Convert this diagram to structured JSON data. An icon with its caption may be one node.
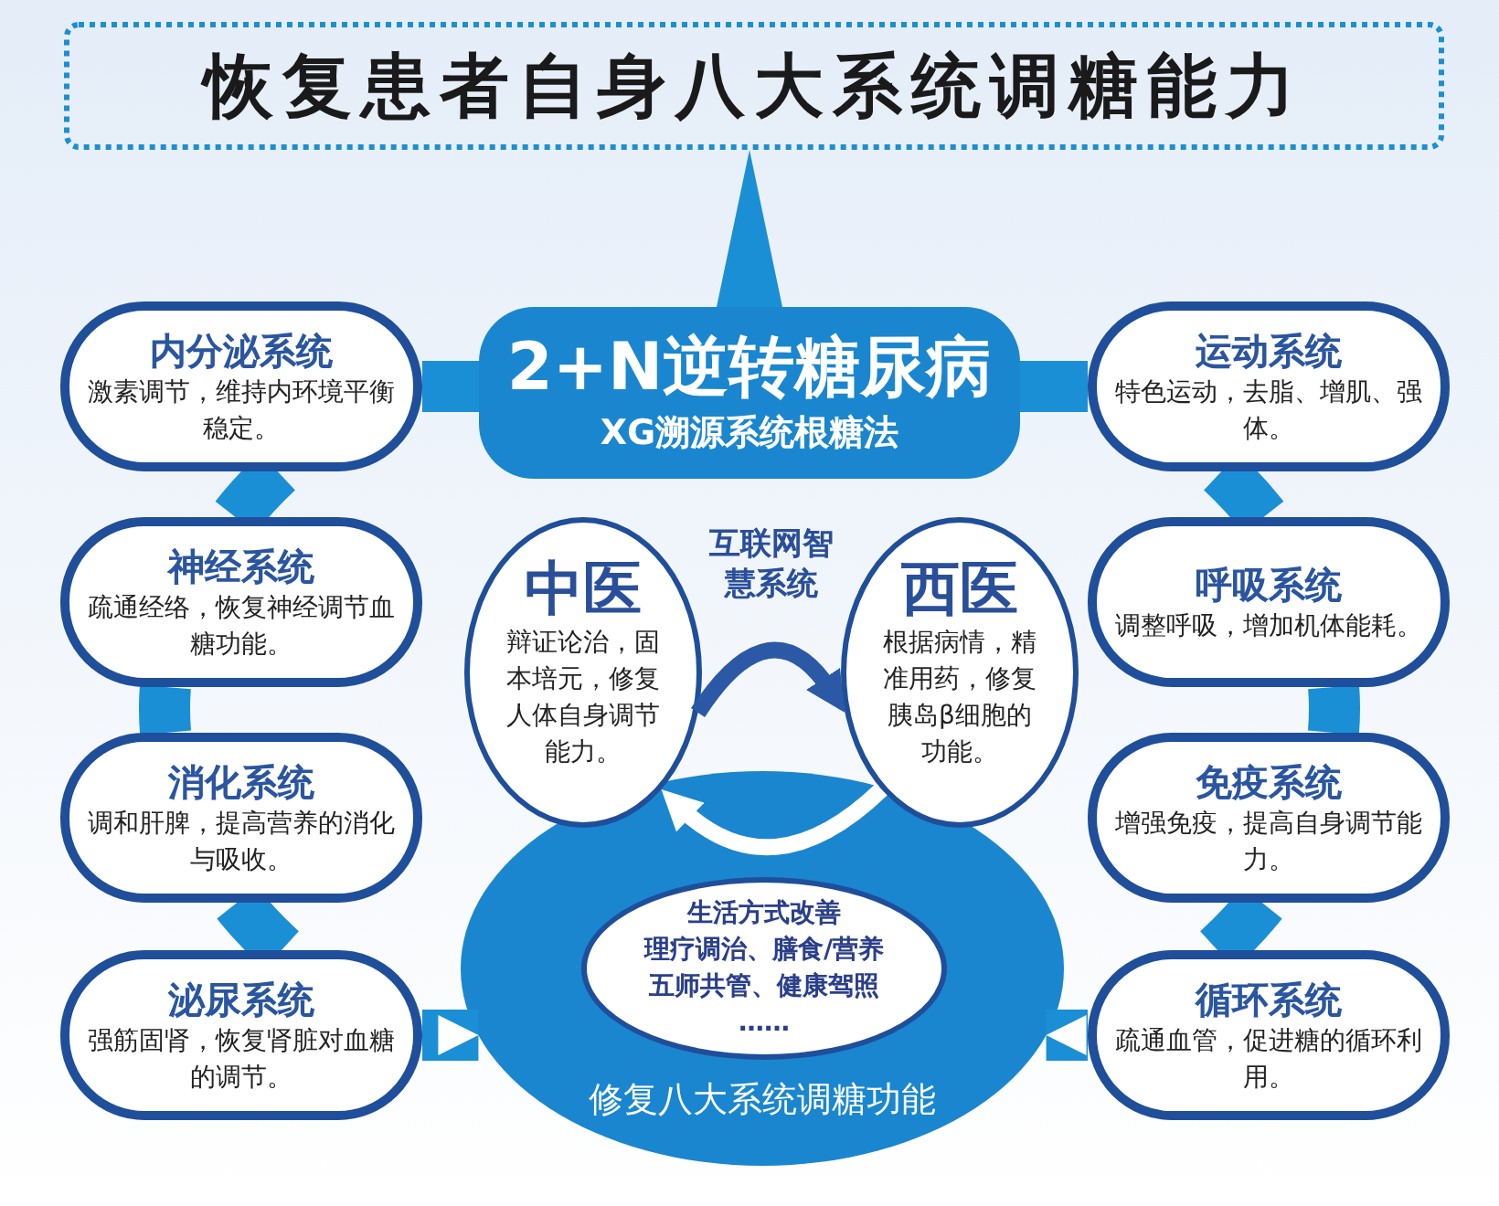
{
  "diagram": {
    "nodes": [
      {
        "text": [
          "恢复患者自身八大系统调糖能力"
        ]
      },
      {
        "text": [
          "2+N逆转糖尿病",
          "XG溯源系统根糖法"
        ]
      },
      {
        "text": [
          "中医",
          "辩证论治，固本培元，修复人体自身调节能力。"
        ]
      },
      {
        "text": [
          "西医",
          "根据病情，精准用药，修复胰岛β细胞的功能。"
        ]
      },
      {
        "text": [
          "修复八大系统调糖功能"
        ]
      },
      {
        "text": [
          "生活方式改善",
          "理疗调治、膳食/营养",
          "五师共管、健康驾照",
          "……"
        ],
        "in": 4
      },
      {
        "text": [
          "内分泌系统",
          "激素调节，维持内环境平衡稳定。"
        ]
      },
      {
        "text": [
          "神经系统",
          "疏通经络，恢复神经调节血糖功能。"
        ]
      },
      {
        "text": [
          "消化系统",
          "调和肝脾，提高营养的消化与吸收。"
        ]
      },
      {
        "text": [
          "泌尿系统",
          "强筋固肾，恢复肾脏对血糖的调节。"
        ]
      },
      {
        "text": [
          "运动系统",
          "特色运动，去脂、增肌、强体。"
        ]
      },
      {
        "text": [
          "呼吸系统",
          "调整呼吸，增加机体能耗。"
        ]
      },
      {
        "text": [
          "免疫系统",
          "增强免疫，提高自身调节能力。"
        ]
      },
      {
        "text": [
          "循环系统",
          "疏通血管，促进糖的循环利用。"
        ]
      }
    ],
    "edges": [
      {
        "from": 1,
        "to": 0,
        "arrow": "to"
      },
      {
        "from": 2,
        "to": 3,
        "arrow": "to",
        "color": "#2b59a5"
      },
      {
        "from": 3,
        "to": 2,
        "arrow": "to",
        "color": "#ffffff"
      },
      {
        "from": 1,
        "to": 6,
        "arrow": "none"
      },
      {
        "from": 1,
        "to": 10,
        "arrow": "none"
      },
      {
        "from": 9,
        "to": 4,
        "arrow": "to"
      },
      {
        "from": 13,
        "to": 4,
        "arrow": "to"
      },
      {
        "from": 6,
        "to": 7,
        "arrow": "none"
      },
      {
        "from": 7,
        "to": 8,
        "arrow": "none"
      },
      {
        "from": 8,
        "to": 9,
        "arrow": "none"
      },
      {
        "from": 10,
        "to": 11,
        "arrow": "none"
      },
      {
        "from": 11,
        "to": 12,
        "arrow": "none"
      },
      {
        "from": 12,
        "to": 13,
        "arrow": "none"
      }
    ],
    "labels": [
      "互联网智慧系统"
    ]
  }
}
